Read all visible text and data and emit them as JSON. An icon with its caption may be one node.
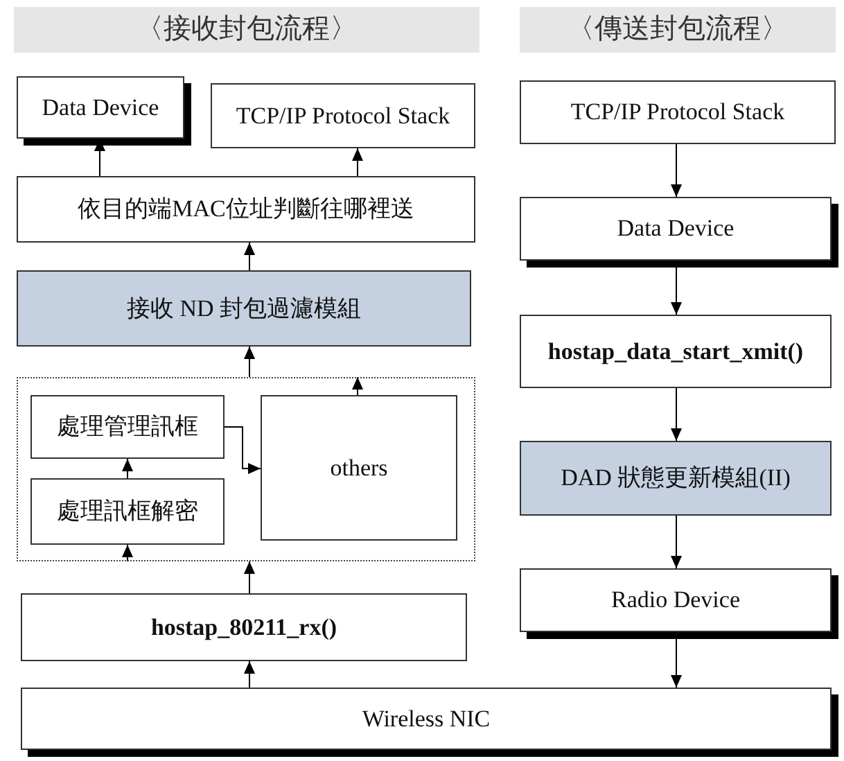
{
  "diagram": {
    "nodes": [
      {
        "text": [
          "〈接收封包流程〉"
        ]
      },
      {
        "text": [
          "〈傳送封包流程〉"
        ]
      },
      {
        "text": [
          "Data Device"
        ]
      },
      {
        "text": [
          "TCP/IP Protocol Stack"
        ]
      },
      {
        "text": [
          "依目的端MAC位址判斷往哪裡送"
        ]
      },
      {
        "text": [
          "接收 ND 封包過濾模組"
        ]
      },
      {
        "text": [],
        "shape": "box"
      },
      {
        "text": [
          "處理管理訊框"
        ],
        "in": 6
      },
      {
        "text": [
          "處理訊框解密"
        ],
        "in": 6
      },
      {
        "text": [
          "others"
        ],
        "in": 6
      },
      {
        "text": [
          "hostap_80211_rx()"
        ]
      },
      {
        "text": [
          "Wireless NIC"
        ]
      },
      {
        "text": [
          "TCP/IP Protocol Stack"
        ]
      },
      {
        "text": [
          "Data Device"
        ]
      },
      {
        "text": [
          "hostap_data_start_xmit()"
        ]
      },
      {
        "text": [
          "DAD 狀態更新模組(II)"
        ]
      },
      {
        "text": [
          "Radio Device"
        ]
      }
    ],
    "edges": [
      {
        "from": 4,
        "to": 2,
        "arrow": "to"
      },
      {
        "from": 4,
        "to": 3,
        "arrow": "to"
      },
      {
        "from": 5,
        "to": 4,
        "arrow": "to"
      },
      {
        "from": 6,
        "to": 5,
        "arrow": "to"
      },
      {
        "from": 9,
        "to": 6,
        "arrow": "to"
      },
      {
        "from": 8,
        "to": 7,
        "arrow": "to"
      },
      {
        "from": 7,
        "to": 9,
        "arrow": "to"
      },
      {
        "from": null,
        "to": 8,
        "arrow": "to"
      },
      {
        "from": 10,
        "to": 6,
        "arrow": "to"
      },
      {
        "from": 11,
        "to": 10,
        "arrow": "to"
      },
      {
        "from": 12,
        "to": 13,
        "arrow": "to"
      },
      {
        "from": 13,
        "to": 14,
        "arrow": "to"
      },
      {
        "from": 14,
        "to": 15,
        "arrow": "to"
      },
      {
        "from": 15,
        "to": 16,
        "arrow": "to"
      },
      {
        "from": 16,
        "to": 11,
        "arrow": "to"
      }
    ]
  }
}
